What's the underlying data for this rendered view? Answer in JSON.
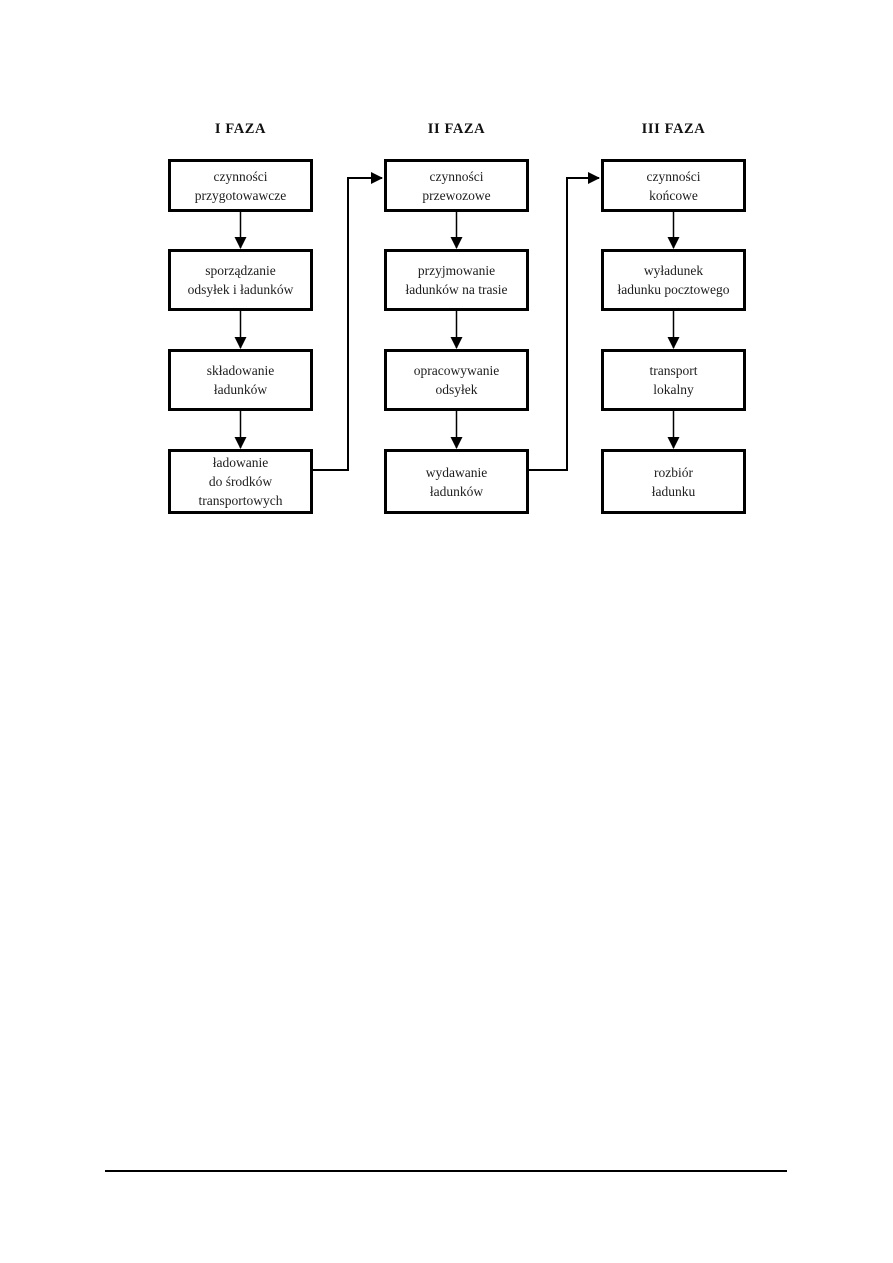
{
  "diagram": {
    "phases": [
      {
        "title": "I FAZA",
        "boxes": [
          {
            "lines": [
              "czynności",
              "przygotowawcze"
            ]
          },
          {
            "lines": [
              "sporządzanie",
              "odsyłek i ładunków"
            ]
          },
          {
            "lines": [
              "składowanie",
              "ładunków"
            ]
          },
          {
            "lines": [
              "ładowanie",
              "do środków",
              "transportowych"
            ]
          }
        ]
      },
      {
        "title": "II FAZA",
        "boxes": [
          {
            "lines": [
              "czynności",
              "przewozowe"
            ]
          },
          {
            "lines": [
              "przyjmowanie",
              "ładunków na trasie"
            ]
          },
          {
            "lines": [
              "opracowywanie",
              "odsyłek"
            ]
          },
          {
            "lines": [
              "wydawanie",
              "ładunków"
            ]
          }
        ]
      },
      {
        "title": "III FAZA",
        "boxes": [
          {
            "lines": [
              "czynności",
              "końcowe"
            ]
          },
          {
            "lines": [
              "wyładunek",
              "ładunku pocztowego"
            ]
          },
          {
            "lines": [
              "transport",
              "lokalny"
            ]
          },
          {
            "lines": [
              "rozbiór",
              "ładunku"
            ]
          }
        ]
      }
    ],
    "phase_connections": [
      {
        "from_phase": 0,
        "from_box": 3,
        "to_phase": 1,
        "to_box": 0
      },
      {
        "from_phase": 1,
        "from_box": 3,
        "to_phase": 2,
        "to_box": 0
      }
    ],
    "colors": {
      "line": "#000000",
      "box_border": "#000000",
      "text": "#1c1c1c",
      "background": "#ffffff"
    }
  }
}
